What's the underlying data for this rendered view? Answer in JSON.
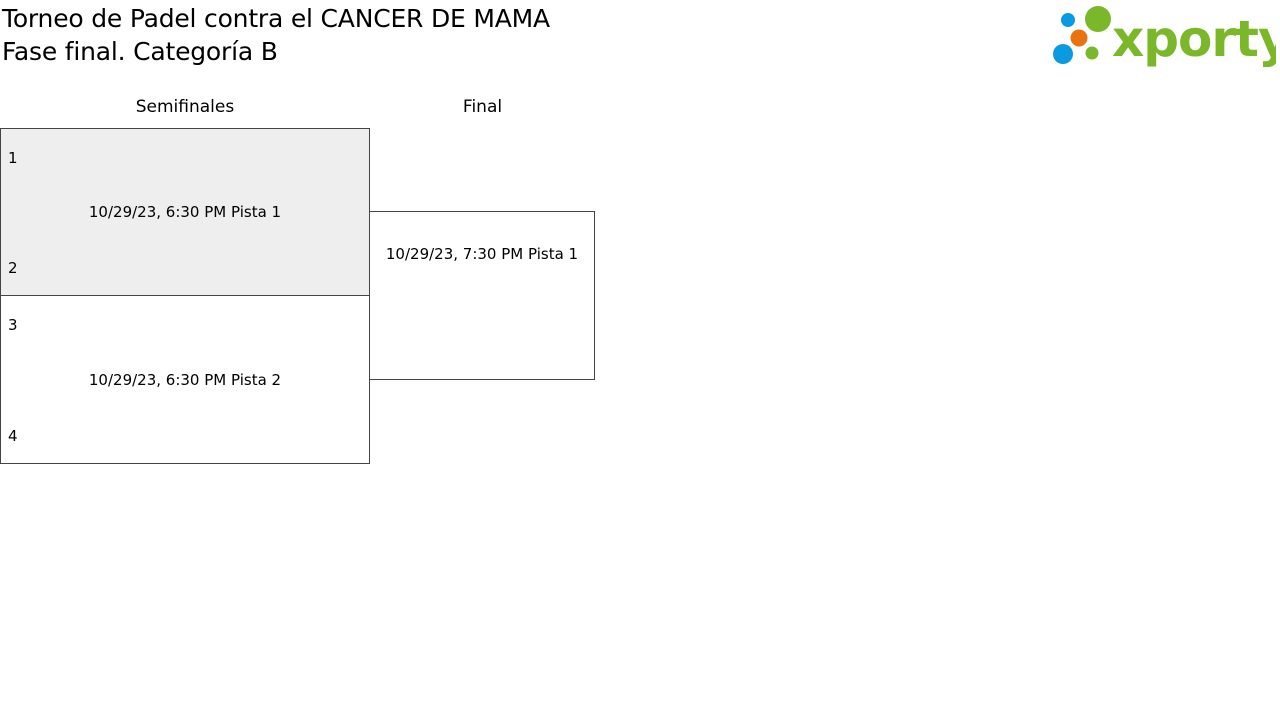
{
  "header": {
    "title_line1": "Torneo de Padel contra el CANCER DE MAMA",
    "title_line2": "Fase final. Categoría B"
  },
  "logo": {
    "wordmark": "xporty",
    "colors": {
      "green": "#7ab829",
      "blue": "#0a9ae0",
      "orange": "#e8730f"
    }
  },
  "rounds": [
    {
      "label": "Semifinales"
    },
    {
      "label": "Final"
    }
  ],
  "matches": {
    "semi1": {
      "team_a": "1",
      "team_b": "2",
      "info": "10/29/23, 6:30 PM Pista 1"
    },
    "semi2": {
      "team_a": "3",
      "team_b": "4",
      "info": "10/29/23, 6:30 PM Pista 2"
    },
    "final": {
      "team_a": "",
      "team_b": "",
      "info": "10/29/23, 7:30 PM Pista 1"
    }
  },
  "colors": {
    "highlight_bg": "#eeeeee",
    "border": "#444444"
  }
}
